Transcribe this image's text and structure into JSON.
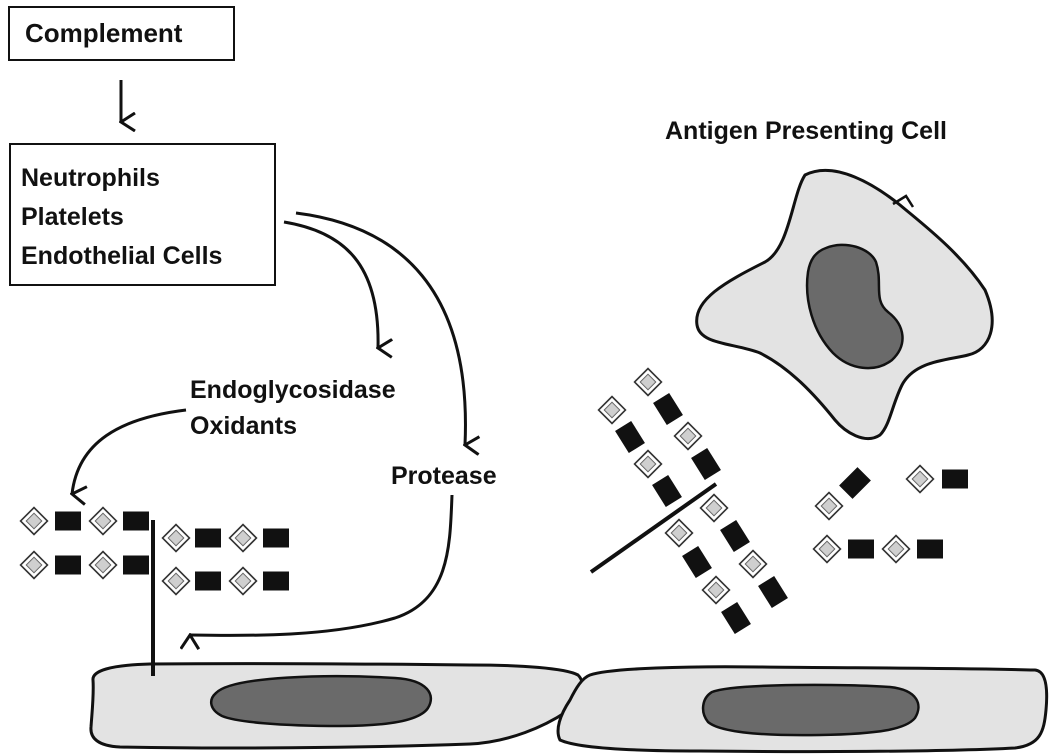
{
  "complement_box": {
    "label": "Complement"
  },
  "cell_box": {
    "lines": [
      "Neutrophils",
      "Platelets",
      "Endothelial Cells"
    ]
  },
  "labels": {
    "apc": "Antigen Presenting Cell",
    "endoglycosidase": "Endoglycosidase",
    "oxidants": "Oxidants",
    "protease": "Protease"
  },
  "colors": {
    "stroke": "#111111",
    "cell_fill": "#e3e3e3",
    "nucleus_fill": "#6a6a6a",
    "disaccharide_dark": "#111111",
    "disaccharide_light": "#cfcfcf"
  }
}
